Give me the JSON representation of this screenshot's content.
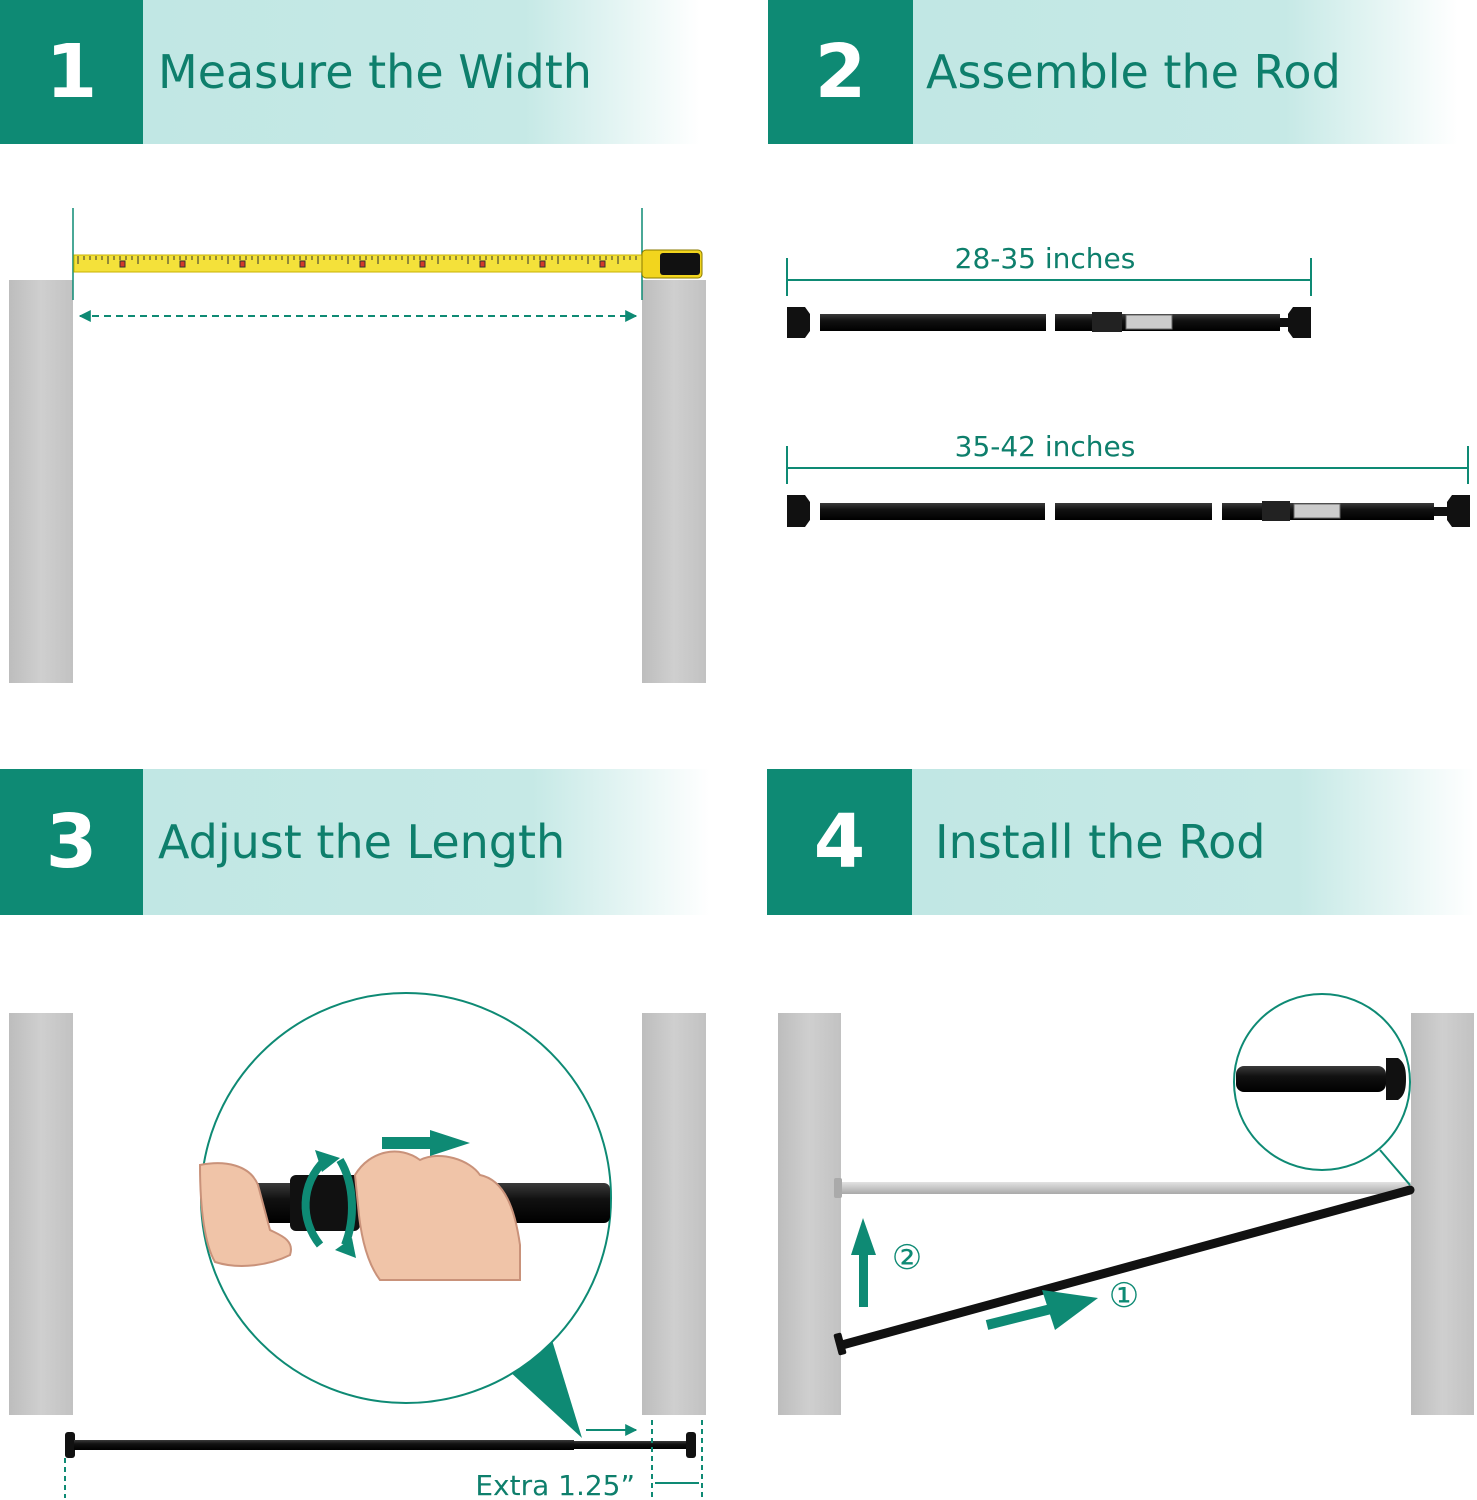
{
  "colors": {
    "accent": "#0e8a74",
    "accent_light": "#bfe6e3",
    "pillar": "#c7c7c7",
    "rod": "#111111",
    "tape": "#f4e13a"
  },
  "steps": [
    {
      "number": "1",
      "title": "Measure the Width"
    },
    {
      "number": "2",
      "title": "Assemble the Rod"
    },
    {
      "number": "3",
      "title": "Adjust the Length"
    },
    {
      "number": "4",
      "title": "Install the Rod"
    }
  ],
  "assemble": {
    "short_label": "28-35 inches",
    "long_label": "35-42 inches"
  },
  "adjust": {
    "extra_label": "Extra 1.25”"
  },
  "install": {
    "step_one": "①",
    "step_two": "②"
  },
  "icons": [
    "tape-measure-icon",
    "rotate-arrows-icon",
    "arrow-right-icon",
    "arrow-up-icon"
  ]
}
